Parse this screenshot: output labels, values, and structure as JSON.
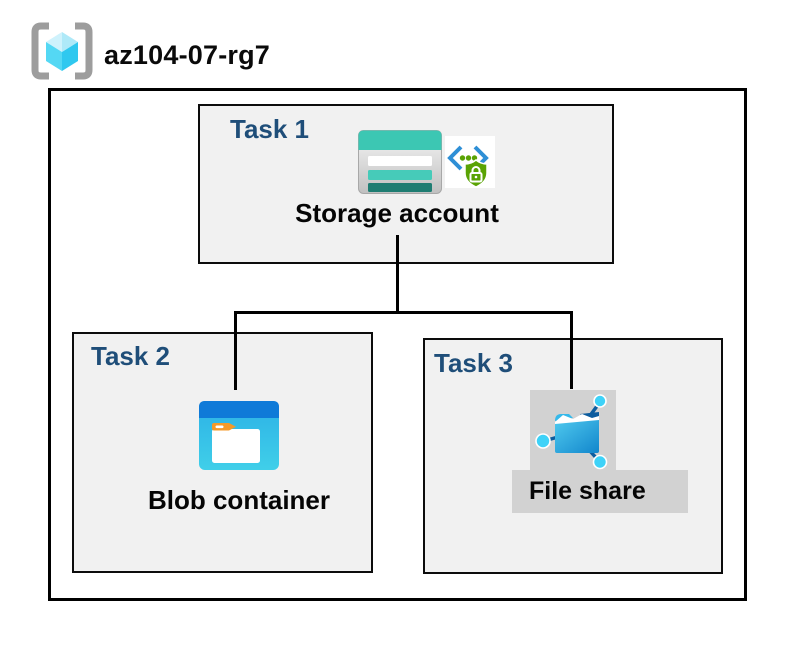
{
  "header": {
    "icon": "azure-resource-group-icon",
    "title": "az104-07-rg7"
  },
  "diagram": {
    "tasks": [
      {
        "label": "Task 1",
        "node_label": "Storage account",
        "icons": [
          "storage-account-icon",
          "secure-access-icon"
        ]
      },
      {
        "label": "Task 2",
        "node_label": "Blob container",
        "icons": [
          "blob-container-icon"
        ]
      },
      {
        "label": "Task 3",
        "node_label": "File share",
        "icons": [
          "file-share-icon"
        ]
      }
    ],
    "connections": [
      {
        "from": "Storage account",
        "to": "Blob container"
      },
      {
        "from": "Storage account",
        "to": "File share"
      }
    ]
  },
  "colors": {
    "task_label_navy": "#1F4E79",
    "box_fill": "#F1F1F1",
    "highlight_gray": "#D2D2D2",
    "line_black": "#000000",
    "bracket_gray": "#9D9D9D",
    "cube_cyan": "#55D9F4",
    "storage_teal": "#3CC7B3",
    "storage_teal_dark": "#1E7D72",
    "secure_green": "#5AA304",
    "endpoint_blue": "#2E8FD6",
    "blob_titlebar_blue": "#0F7AD8",
    "blob_body_blue": "#32BFE8",
    "folder_tab_orange": "#F59A28",
    "fileshare_navy": "#0D5C9E",
    "fileshare_cyan": "#3ED2F8"
  }
}
